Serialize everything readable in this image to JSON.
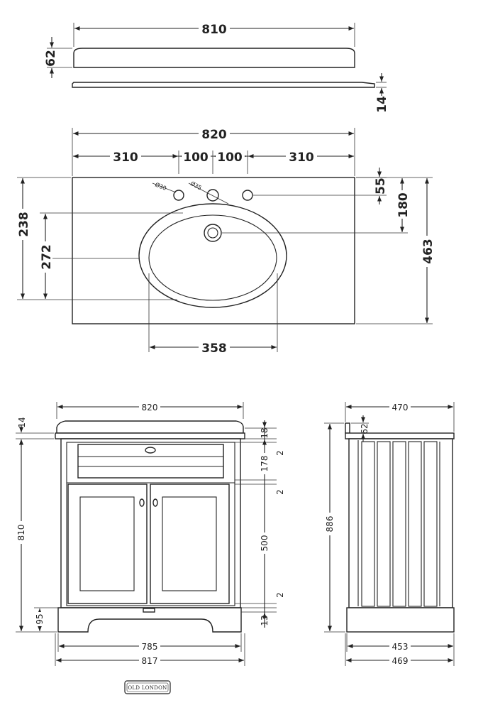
{
  "top_view_slab": {
    "width": "810",
    "height": "62",
    "thickness": "14"
  },
  "basin_plan": {
    "overall_width": "820",
    "offset_left": "310",
    "tap_spacing_left": "100",
    "tap_spacing_right": "100",
    "offset_right": "310",
    "tap_hole_diameter": "Ø30",
    "center_hole_diameter": "Ø35",
    "tap_setback": "55",
    "waste_setback": "180",
    "depth": "463",
    "bowl_front": "238",
    "bowl_depth": "272",
    "bowl_width": "358"
  },
  "front_elevation": {
    "top_width": "820",
    "top_thickness": "14",
    "upstand": "18",
    "gap_1": "2",
    "drawer_height": "178",
    "gap_2": "2",
    "door_height": "500",
    "gap_3": "2",
    "plinth_gap": "13",
    "cabinet_height": "810",
    "plinth_height": "95",
    "body_width": "785",
    "overall_width": "817"
  },
  "side_elevation": {
    "top_depth": "470",
    "upstand": "62",
    "overall_height": "886",
    "body_depth": "453",
    "overall_depth": "469"
  },
  "brand": {
    "logo_text": "OLD LONDON"
  }
}
